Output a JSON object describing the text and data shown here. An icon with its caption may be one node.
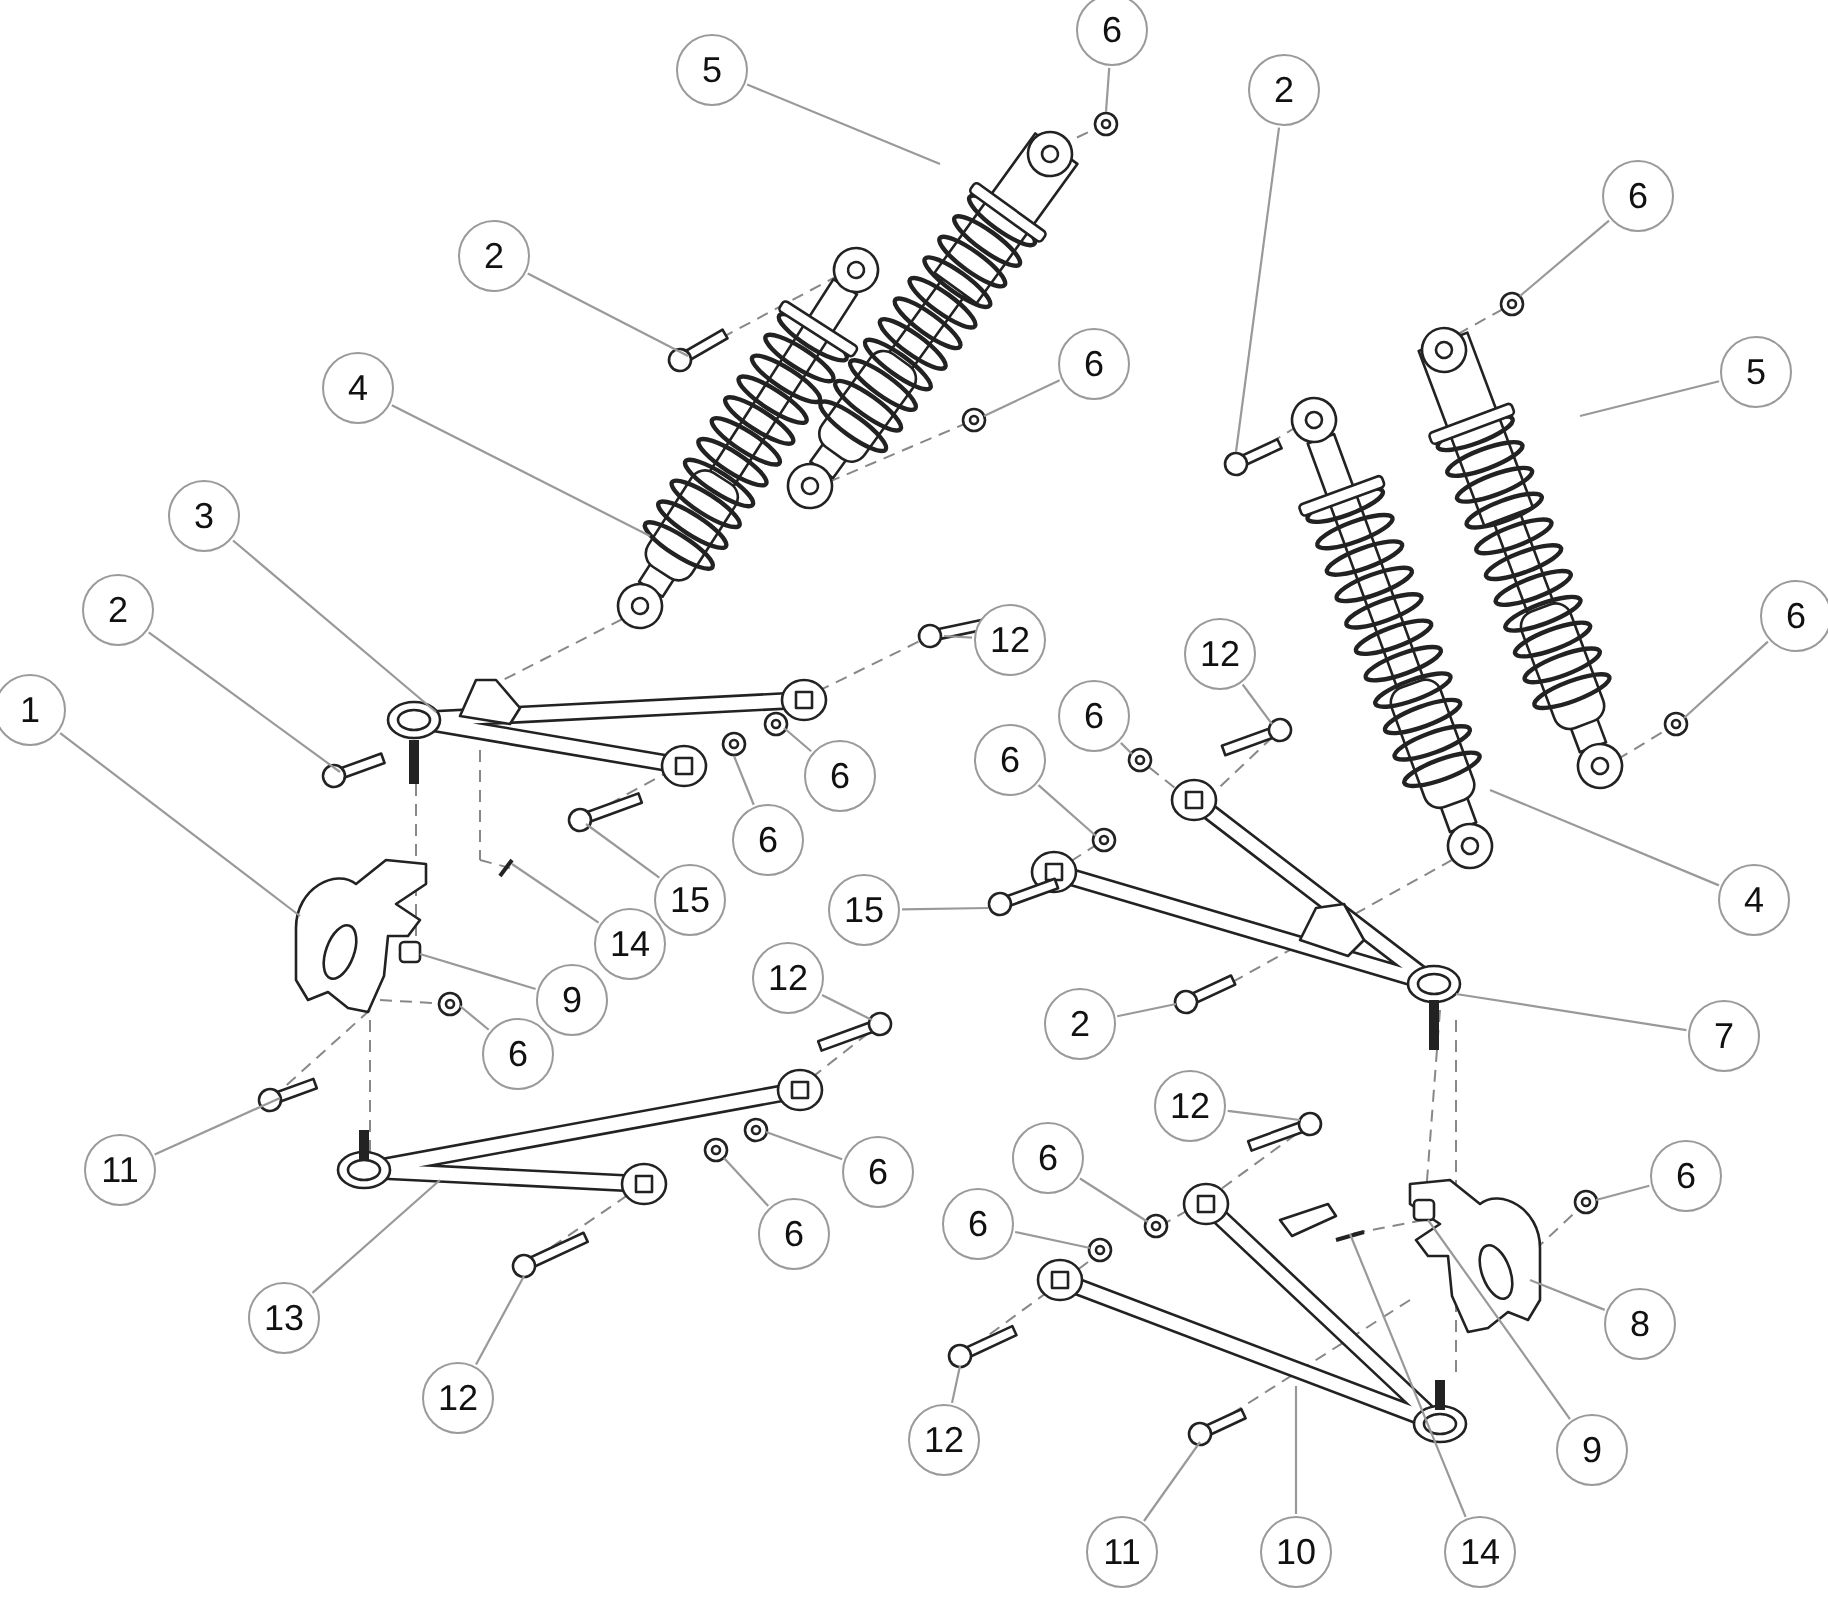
{
  "diagram": {
    "nodes": [
      {
        "text": [
          "6"
        ]
      },
      {
        "text": [
          "5"
        ]
      },
      {
        "text": [
          "2"
        ]
      },
      {
        "text": [
          "6"
        ]
      },
      {
        "text": [
          "2"
        ]
      },
      {
        "text": [
          "6"
        ]
      },
      {
        "text": [
          "5"
        ]
      },
      {
        "text": [
          "4"
        ]
      },
      {
        "text": [
          "3"
        ]
      },
      {
        "text": [
          "12"
        ]
      },
      {
        "text": [
          "2"
        ]
      },
      {
        "text": [
          "12"
        ]
      },
      {
        "text": [
          "6"
        ]
      },
      {
        "text": [
          "1"
        ]
      },
      {
        "text": [
          "6"
        ]
      },
      {
        "text": [
          "6"
        ]
      },
      {
        "text": [
          "6"
        ]
      },
      {
        "text": [
          "6"
        ]
      },
      {
        "text": [
          "15"
        ]
      },
      {
        "text": [
          "14"
        ]
      },
      {
        "text": [
          "4"
        ]
      },
      {
        "text": [
          "15"
        ]
      },
      {
        "text": [
          "9"
        ]
      },
      {
        "text": [
          "12"
        ]
      },
      {
        "text": [
          "6"
        ]
      },
      {
        "text": [
          "2"
        ]
      },
      {
        "text": [
          "7"
        ]
      },
      {
        "text": [
          "11"
        ]
      },
      {
        "text": [
          "12"
        ]
      },
      {
        "text": [
          "6"
        ]
      },
      {
        "text": [
          "6"
        ]
      },
      {
        "text": [
          "6"
        ]
      },
      {
        "text": [
          "6"
        ]
      },
      {
        "text": [
          "6"
        ]
      },
      {
        "text": [
          "8"
        ]
      },
      {
        "text": [
          "13"
        ]
      },
      {
        "text": [
          "12"
        ]
      },
      {
        "text": [
          "9"
        ]
      },
      {
        "text": [
          "12"
        ]
      },
      {
        "text": [
          "11"
        ]
      },
      {
        "text": [
          "10"
        ]
      },
      {
        "text": [
          "14"
        ]
      }
    ],
    "edges": [
      {
        "from": 0,
        "to": null,
        "arrow": "none"
      },
      {
        "from": 1,
        "to": null,
        "arrow": "none"
      },
      {
        "from": 2,
        "to": null,
        "arrow": "none"
      },
      {
        "from": 3,
        "to": null,
        "arrow": "none"
      },
      {
        "from": 4,
        "to": null,
        "arrow": "none"
      },
      {
        "from": 5,
        "to": null,
        "arrow": "none"
      },
      {
        "from": 6,
        "to": null,
        "arrow": "none"
      },
      {
        "from": 7,
        "to": null,
        "arrow": "none"
      },
      {
        "from": 8,
        "to": null,
        "arrow": "none"
      },
      {
        "from": 9,
        "to": null,
        "arrow": "none"
      },
      {
        "from": 10,
        "to": null,
        "arrow": "none"
      },
      {
        "from": 11,
        "to": null,
        "arrow": "none"
      },
      {
        "from": 12,
        "to": null,
        "arrow": "none"
      },
      {
        "from": 13,
        "to": null,
        "arrow": "none"
      },
      {
        "from": 14,
        "to": null,
        "arrow": "none"
      },
      {
        "from": 15,
        "to": null,
        "arrow": "none"
      },
      {
        "from": 16,
        "to": null,
        "arrow": "none"
      },
      {
        "from": 17,
        "to": null,
        "arrow": "none"
      },
      {
        "from": 18,
        "to": null,
        "arrow": "none"
      },
      {
        "from": 19,
        "to": null,
        "arrow": "none"
      },
      {
        "from": 20,
        "to": null,
        "arrow": "none"
      },
      {
        "from": 21,
        "to": null,
        "arrow": "none"
      },
      {
        "from": 22,
        "to": null,
        "arrow": "none"
      },
      {
        "from": 23,
        "to": null,
        "arrow": "none"
      },
      {
        "from": 24,
        "to": null,
        "arrow": "none"
      },
      {
        "from": 25,
        "to": null,
        "arrow": "none"
      },
      {
        "from": 26,
        "to": null,
        "arrow": "none"
      },
      {
        "from": 27,
        "to": null,
        "arrow": "none"
      },
      {
        "from": 28,
        "to": null,
        "arrow": "none"
      },
      {
        "from": 29,
        "to": null,
        "arrow": "none"
      },
      {
        "from": 30,
        "to": null,
        "arrow": "none"
      },
      {
        "from": 31,
        "to": null,
        "arrow": "none"
      },
      {
        "from": 32,
        "to": null,
        "arrow": "none"
      },
      {
        "from": 33,
        "to": null,
        "arrow": "none"
      },
      {
        "from": 34,
        "to": null,
        "arrow": "none"
      },
      {
        "from": 35,
        "to": null,
        "arrow": "none"
      },
      {
        "from": 36,
        "to": null,
        "arrow": "none"
      },
      {
        "from": 37,
        "to": null,
        "arrow": "none"
      },
      {
        "from": 38,
        "to": null,
        "arrow": "none"
      },
      {
        "from": 39,
        "to": null,
        "arrow": "none"
      },
      {
        "from": 40,
        "to": null,
        "arrow": "none"
      },
      {
        "from": 41,
        "to": null,
        "arrow": "none"
      }
    ]
  }
}
